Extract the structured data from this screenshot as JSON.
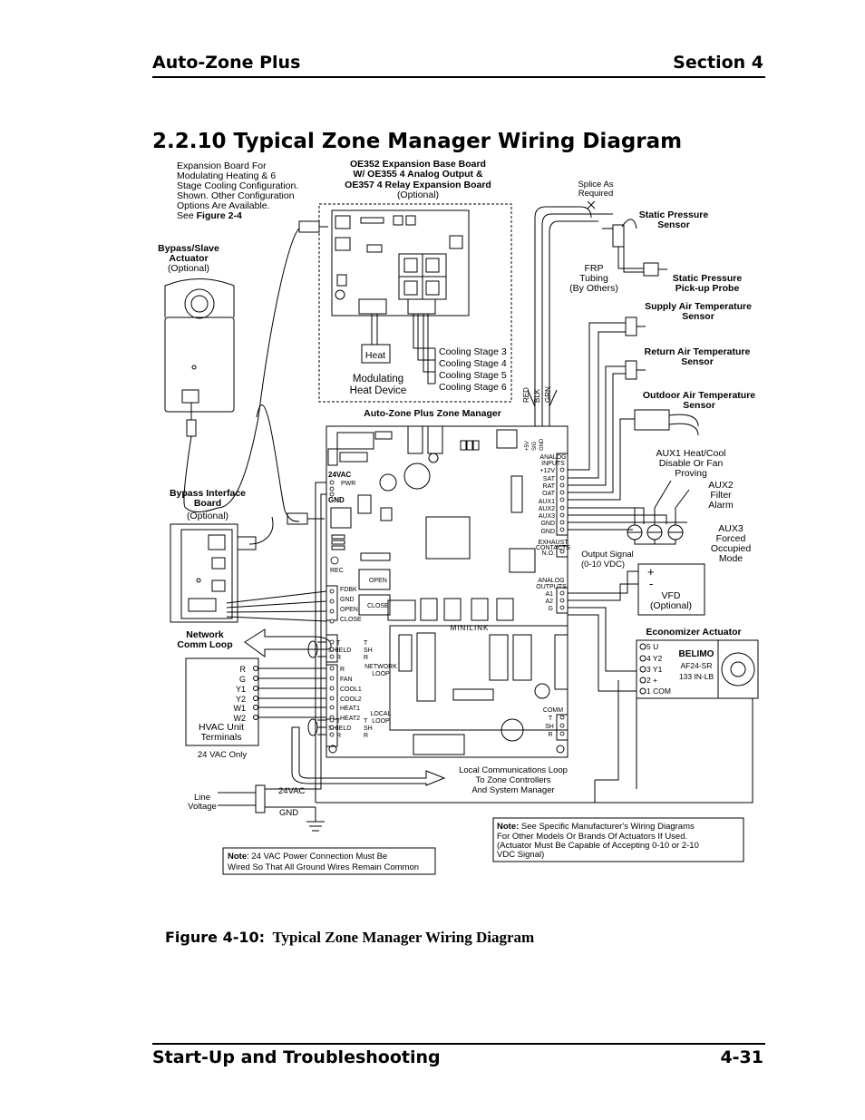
{
  "header": {
    "left": "Auto-Zone Plus",
    "right": "Section 4"
  },
  "title": "2.2.10 Typical Zone Manager Wiring Diagram",
  "footer": {
    "left": "Start-Up and Troubleshooting",
    "right": "4-31"
  },
  "figure_caption": {
    "label": "Figure 4-10:",
    "text": "Typical Zone Manager Wiring Diagram"
  },
  "labels": {
    "exp_note": [
      "Expansion Board For",
      "Modulating Heating & 6",
      "Stage Cooling Configuration.",
      "Shown. Other Configuration",
      "Options Are Available."
    ],
    "exp_note_see": "See ",
    "exp_note_fig": "Figure 2-4",
    "oe_title": [
      "OE352 Expansion Base Board",
      "W/ OE355 4 Analog Output &",
      "OE357 4 Relay Expansion Board"
    ],
    "oe_optional": "(Optional)",
    "bypass_actuator": [
      "Bypass/Slave",
      "Actuator"
    ],
    "bypass_actuator_opt": "(Optional)",
    "splice": [
      "Splice As",
      "Required"
    ],
    "static_sensor": [
      "Static Pressure",
      "Sensor"
    ],
    "frp": [
      "FRP",
      "Tubing",
      "(By Others)"
    ],
    "static_probe": [
      "Static Pressure",
      "Pick-up Probe"
    ],
    "supply_sensor": [
      "Supply Air Temperature",
      "Sensor"
    ],
    "return_sensor": [
      "Return Air Temperature",
      "Sensor"
    ],
    "outdoor_sensor": [
      "Outdoor Air Temperature",
      "Sensor"
    ],
    "heat": "Heat",
    "modulating": [
      "Modulating",
      "Heat Device"
    ],
    "cooling_stages": [
      "Cooling Stage 3",
      "Cooling Stage 4",
      "Cooling Stage 5",
      "Cooling Stage 6"
    ],
    "zone_manager": "Auto-Zone Plus Zone Manager",
    "wire_colors": [
      "RED",
      "BLK",
      "GRN"
    ],
    "aux1": [
      "AUX1 Heat/Cool",
      "Disable Or Fan",
      "Proving"
    ],
    "aux2": [
      "AUX2",
      "Filter",
      "Alarm"
    ],
    "aux3": [
      "AUX3",
      "Forced",
      "Occupied",
      "Mode"
    ],
    "bypass_interface": [
      "Bypass Interface",
      "Board"
    ],
    "bypass_interface_opt": "(Optional)",
    "output_signal": [
      "Output Signal",
      "(0-10 VDC)"
    ],
    "vfd": [
      "VFD",
      "(Optional)"
    ],
    "vfd_plus": "+",
    "vfd_minus": "-",
    "economizer": "Economizer Actuator",
    "belimo": "BELIMO",
    "belimo_model": [
      "AF24-SR",
      "133 IN-LB"
    ],
    "belimo_terms": [
      "5  U",
      "4  Y2",
      "3  Y1",
      "2  +",
      "1  COM"
    ],
    "network_loop": [
      "Network",
      "Comm Loop"
    ],
    "hvac_terms": [
      "R",
      "G",
      "Y1",
      "Y2",
      "W1",
      "W2"
    ],
    "hvac_unit": [
      "HVAC Unit",
      "Terminals"
    ],
    "vac_only": "24 VAC Only",
    "local_loop_note": [
      "Local Communications Loop",
      "To Zone Controllers",
      "And System Manager"
    ],
    "line_voltage": [
      "Line",
      "Voltage"
    ],
    "transformer_24": "24VAC",
    "transformer_gnd": "GND",
    "note_power_bold": "Note",
    "note_power": [
      ": 24 VAC Power Connection Must Be",
      "Wired So That All Ground Wires Remain Common"
    ],
    "note_mfr_bold": "Note:",
    "note_mfr": [
      " See Specific Manufacturer's  Wiring Diagrams",
      "For Other Models Or Brands Of Actuators If Used.",
      "(Actuator Must Be Capable of Accepting 0-10 or 2-10",
      "VDC Signal)"
    ],
    "board": {
      "vac24": "24VAC",
      "pwr": "PWR",
      "gnd": "GND",
      "rec": "REC",
      "fdbk_terms": [
        "FDBK",
        "GND",
        "OPEN",
        "CLOSE"
      ],
      "open": "OPEN",
      "close": "CLOSE",
      "net_terms": [
        "T",
        "SHIELD",
        "R"
      ],
      "net_sh": [
        "T",
        "SH",
        "R"
      ],
      "network_loop": [
        "NETWORK",
        "LOOP"
      ],
      "hvac_terms": [
        "R",
        "FAN",
        "COOL1",
        "COOL2",
        "HEAT1",
        "HEAT2"
      ],
      "local_terms": [
        "T",
        "SHIELD",
        "R"
      ],
      "local_sh": [
        "T",
        "SH",
        "R"
      ],
      "local_loop": [
        "LOCAL",
        "LOOP"
      ],
      "analog_inputs_title": [
        "ANALOG",
        "INPUTS"
      ],
      "analog_inputs": [
        "+12V",
        "SAT",
        "RAT",
        "OAT",
        "AUX1",
        "AUX2",
        "AUX3",
        "GND",
        "GND"
      ],
      "exhaust": [
        "EXHAUST",
        "CONTACTS"
      ],
      "no": "N.O.",
      "analog_outputs_title": [
        "ANALOG",
        "OUTPUTS"
      ],
      "analog_outputs": [
        "A1",
        "A2",
        "G"
      ],
      "minilink": "MINILINK",
      "comm": "COMM",
      "comm_terms": [
        "T",
        "SH",
        "R"
      ],
      "stat_terms": [
        "+5V",
        "SIG",
        "GND"
      ]
    }
  }
}
